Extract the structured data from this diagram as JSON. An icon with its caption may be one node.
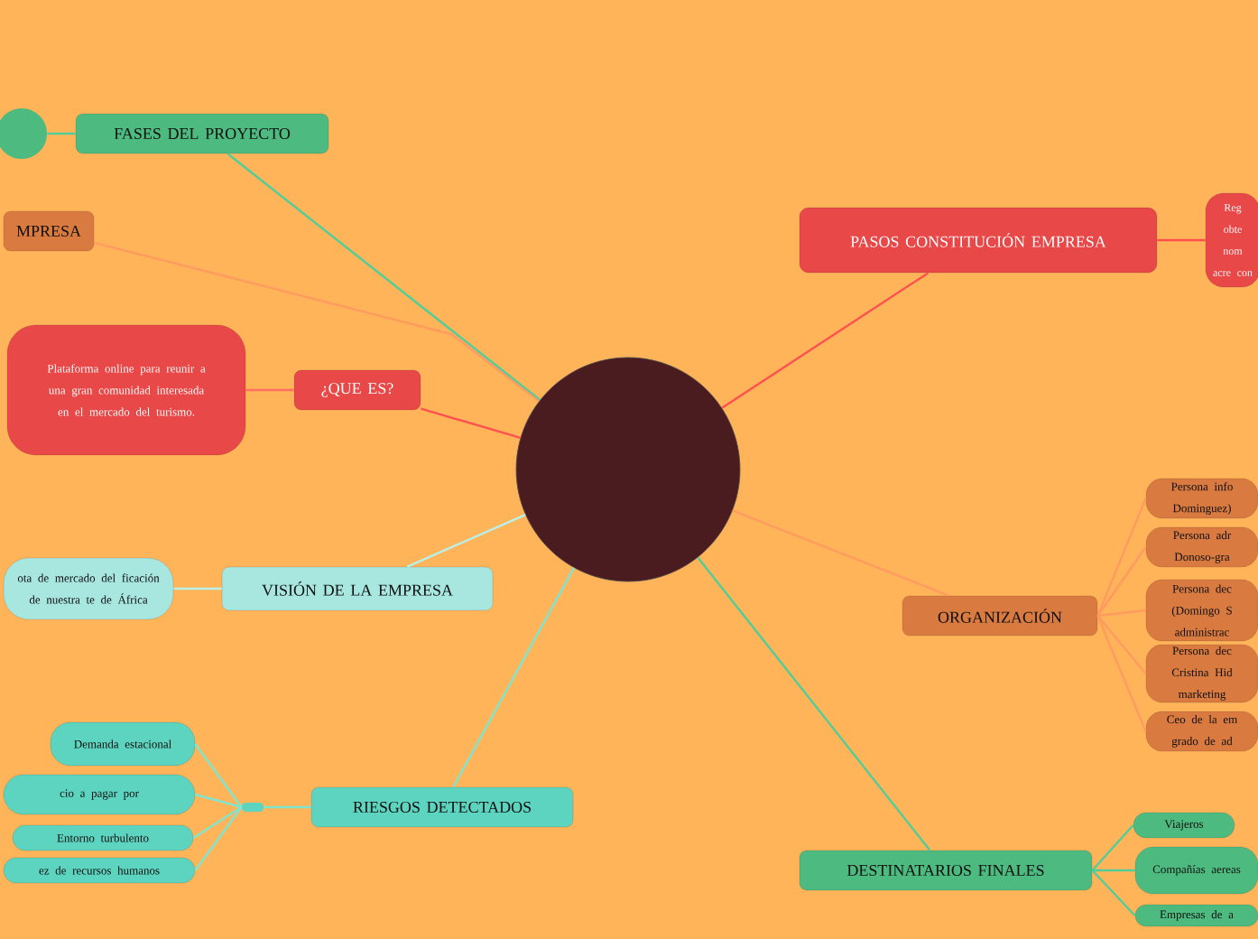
{
  "diagram": {
    "nodes": [
      {
        "text": [],
        "shape": "circle"
      },
      {
        "text": [
          "FASES DEL PROYECTO"
        ]
      },
      {
        "text": [],
        "shape": "circle"
      },
      {
        "text": [
          "MPRESA"
        ]
      },
      {
        "text": [
          "¿QUE ES?"
        ]
      },
      {
        "text": [
          "Plataforma online para reunir a una gran comunidad interesada en el mercado del turismo."
        ]
      },
      {
        "text": [
          "VISIÓN DE LA EMPRESA"
        ]
      },
      {
        "text": [
          "ota de mercado del ficación de nuestra te de África"
        ]
      },
      {
        "text": [
          "RIESGOS DETECTADOS"
        ]
      },
      {
        "text": [],
        "shape": "box"
      },
      {
        "text": [
          "Demanda estacional"
        ]
      },
      {
        "text": [
          "cio a pagar por"
        ]
      },
      {
        "text": [
          "Entorno turbulento"
        ]
      },
      {
        "text": [
          "ez de recursos humanos"
        ]
      },
      {
        "text": [
          "PASOS CONSTITUCIÓN EMPRESA"
        ]
      },
      {
        "text": [
          "Reg obte nom acre con"
        ]
      },
      {
        "text": [
          "ORGANIZACIÓN"
        ]
      },
      {
        "text": [
          "Persona info Dominguez)"
        ]
      },
      {
        "text": [
          "Persona adr Donoso-gra"
        ]
      },
      {
        "text": [
          "Persona dec (Domingo S administrac"
        ]
      },
      {
        "text": [
          "Persona dec Cristina Hid marketing"
        ]
      },
      {
        "text": [
          "Ceo de la em grado de ad"
        ]
      },
      {
        "text": [
          "DESTINATARIOS FINALES"
        ]
      },
      {
        "text": [
          "Viajeros"
        ]
      },
      {
        "text": [
          "Compañías aereas"
        ]
      },
      {
        "text": [
          "Empresas de a"
        ]
      }
    ],
    "edges": [
      {
        "from": 2,
        "to": 1,
        "arrow": "none",
        "color": "#4fce9a"
      },
      {
        "from": 1,
        "to": 0,
        "arrow": "none",
        "color": "#4fce9a"
      },
      {
        "from": 2,
        "to": 3,
        "arrow": "none",
        "color": "#ff9a60"
      },
      {
        "from": 2,
        "to": 4,
        "arrow": "none",
        "color": "#ff5050"
      },
      {
        "from": 4,
        "to": 5,
        "arrow": "none",
        "color": "#ff7060"
      },
      {
        "from": 2,
        "to": 6,
        "arrow": "none",
        "color": "#b8f0ea"
      },
      {
        "from": 6,
        "to": 7,
        "arrow": "none",
        "color": "#b8f0ea"
      },
      {
        "from": 2,
        "to": 8,
        "arrow": "none",
        "color": "#7ee6d0"
      },
      {
        "from": 8,
        "to": 9,
        "arrow": "none",
        "color": "#7ee6d0"
      },
      {
        "from": 9,
        "to": 10,
        "arrow": "none",
        "color": "#7ee6d0"
      },
      {
        "from": 9,
        "to": 11,
        "arrow": "none",
        "color": "#7ee6d0"
      },
      {
        "from": 9,
        "to": 12,
        "arrow": "none",
        "color": "#7ee6d0"
      },
      {
        "from": 9,
        "to": 13,
        "arrow": "none",
        "color": "#7ee6d0"
      },
      {
        "from": 2,
        "to": 14,
        "arrow": "none",
        "color": "#ff5050"
      },
      {
        "from": 14,
        "to": 15,
        "arrow": "none",
        "color": "#ff5050"
      },
      {
        "from": 2,
        "to": 16,
        "arrow": "none",
        "color": "#ff9a60"
      },
      {
        "from": 16,
        "to": 17,
        "arrow": "none",
        "color": "#ff9a60"
      },
      {
        "from": 16,
        "to": 18,
        "arrow": "none",
        "color": "#ff9a60"
      },
      {
        "from": 16,
        "to": 19,
        "arrow": "none",
        "color": "#ff9a60"
      },
      {
        "from": 16,
        "to": 20,
        "arrow": "none",
        "color": "#ff9a60"
      },
      {
        "from": 16,
        "to": 21,
        "arrow": "none",
        "color": "#ff9a60"
      },
      {
        "from": 2,
        "to": 22,
        "arrow": "none",
        "color": "#4fce9a"
      },
      {
        "from": 22,
        "to": 23,
        "arrow": "none",
        "color": "#4fce9a"
      },
      {
        "from": 22,
        "to": 24,
        "arrow": "none",
        "color": "#4fce9a"
      },
      {
        "from": 22,
        "to": 25,
        "arrow": "none",
        "color": "#4fce9a"
      }
    ]
  }
}
